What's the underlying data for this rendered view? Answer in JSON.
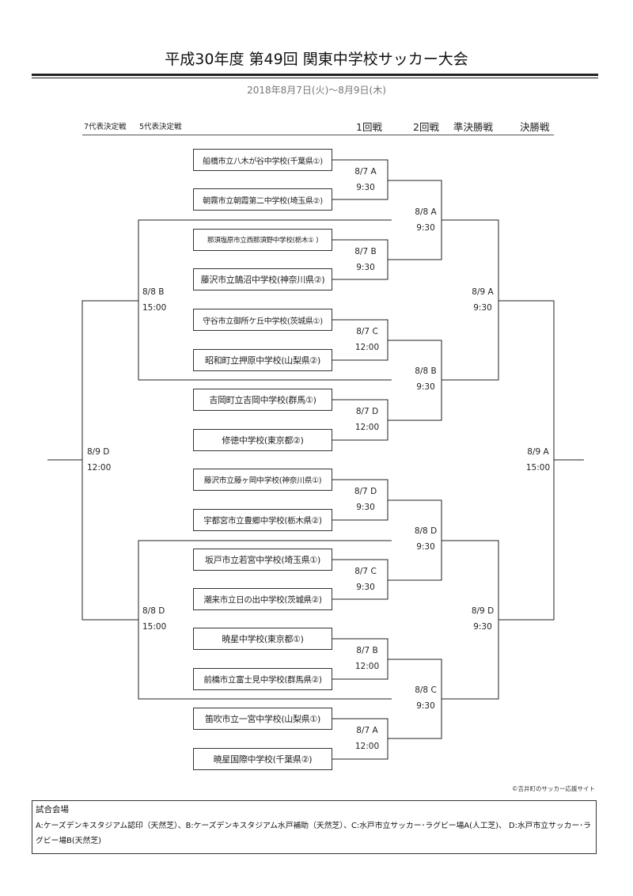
{
  "title": "平成30年度 第49回 関東中学校サッカー大会",
  "date": "2018年8月7日(火)～8月9日(木)",
  "headers": {
    "seventh": "7代表決定戦",
    "fifth": "5代表決定戦",
    "round1": "1回戦",
    "round2": "2回戦",
    "semi": "準決勝戦",
    "final": "決勝戦"
  },
  "teams": [
    "船橋市立八木が谷中学校(千葉県①)",
    "朝霧市立朝霞第二中学校(埼玉県②)",
    "那須塩原市立西那須野中学校(栃木① )",
    "藤沢市立鵠沼中学校(神奈川県②)",
    "守谷市立御所ケ丘中学校(茨城県①)",
    "昭和町立押原中学校(山梨県②)",
    "吉岡町立吉岡中学校(群馬①)",
    "修徳中学校(東京都②)",
    "藤沢市立藤ヶ岡中学校(神奈川県①)",
    "宇都宮市立豊郷中学校(栃木県②)",
    "坂戸市立若宮中学校(埼玉県①)",
    "潮来市立日の出中学校(茨城県②)",
    "暁星中学校(東京都①)",
    "前橋市立富士見中学校(群馬県②)",
    "笛吹市立一宮中学校(山梨県①)",
    "暁星国際中学校(千葉県②)"
  ],
  "round1": [
    {
      "date": "8/7 A",
      "time": "9:30"
    },
    {
      "date": "8/7 B",
      "time": "9:30"
    },
    {
      "date": "8/7 C",
      "time": "12:00"
    },
    {
      "date": "8/7 D",
      "time": "12:00"
    },
    {
      "date": "8/7 D",
      "time": "9:30"
    },
    {
      "date": "8/7 C",
      "time": "9:30"
    },
    {
      "date": "8/7 B",
      "time": "12:00"
    },
    {
      "date": "8/7 A",
      "time": "12:00"
    }
  ],
  "round2": [
    {
      "date": "8/8 A",
      "time": "9:30"
    },
    {
      "date": "8/8 B",
      "time": "9:30"
    },
    {
      "date": "8/8 D",
      "time": "9:30"
    },
    {
      "date": "8/8 C",
      "time": "9:30"
    }
  ],
  "semi": [
    {
      "date": "8/9 A",
      "time": "9:30"
    },
    {
      "date": "8/9 D",
      "time": "9:30"
    }
  ],
  "final": {
    "date": "8/9 A",
    "time": "15:00"
  },
  "fifth_place": [
    {
      "date": "8/8 B",
      "time": "15:00"
    },
    {
      "date": "8/8 D",
      "time": "15:00"
    }
  ],
  "seventh_place": {
    "date": "8/9 D",
    "time": "12:00"
  },
  "credit": "©吉井町のサッカー応援サイト",
  "venue": {
    "title": "試合会場",
    "text": "A:ケーズデンキスタジアム認印（天然芝）、B:ケーズデンキスタジアム水戸補助（天然芝）、C:水戸市立サッカー･ラグビー場A(人工芝)、 D:水戸市立サッカー･ラグビー場B(天然芝)"
  }
}
